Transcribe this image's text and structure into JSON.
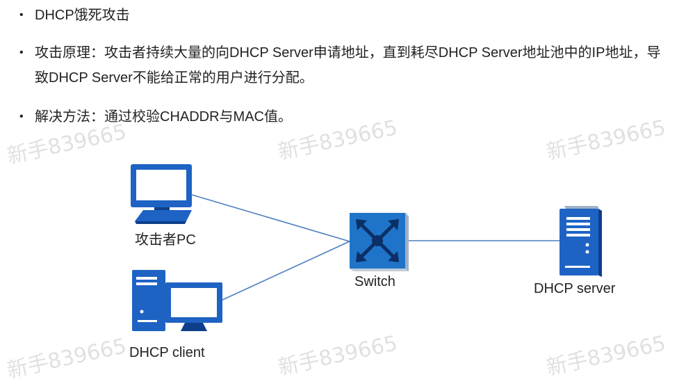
{
  "bullets": [
    {
      "marker": "•",
      "text": "DHCP饿死攻击"
    },
    {
      "marker": "•",
      "text": "攻击原理：攻击者持续大量的向DHCP Server申请地址，直到耗尽DHCP Server地址池中的IP地址，导致DHCP Server不能给正常的用户进行分配。"
    },
    {
      "marker": "•",
      "text": "解决方法：通过校验CHADDR与MAC值。"
    }
  ],
  "watermark": "新手839665",
  "nodes": {
    "attacker": {
      "label": "攻击者PC",
      "icon": "desktop-pc-icon"
    },
    "client": {
      "label": "DHCP client",
      "icon": "tower-pc-icon"
    },
    "switch": {
      "label": "Switch",
      "icon": "switch-icon"
    },
    "server": {
      "label": "DHCP server",
      "icon": "server-icon"
    }
  },
  "colors": {
    "device_blue": "#1e63c4",
    "device_dark": "#0d3f8c",
    "link": "#4a7fbf",
    "switch_bg": "#1f74c9"
  }
}
